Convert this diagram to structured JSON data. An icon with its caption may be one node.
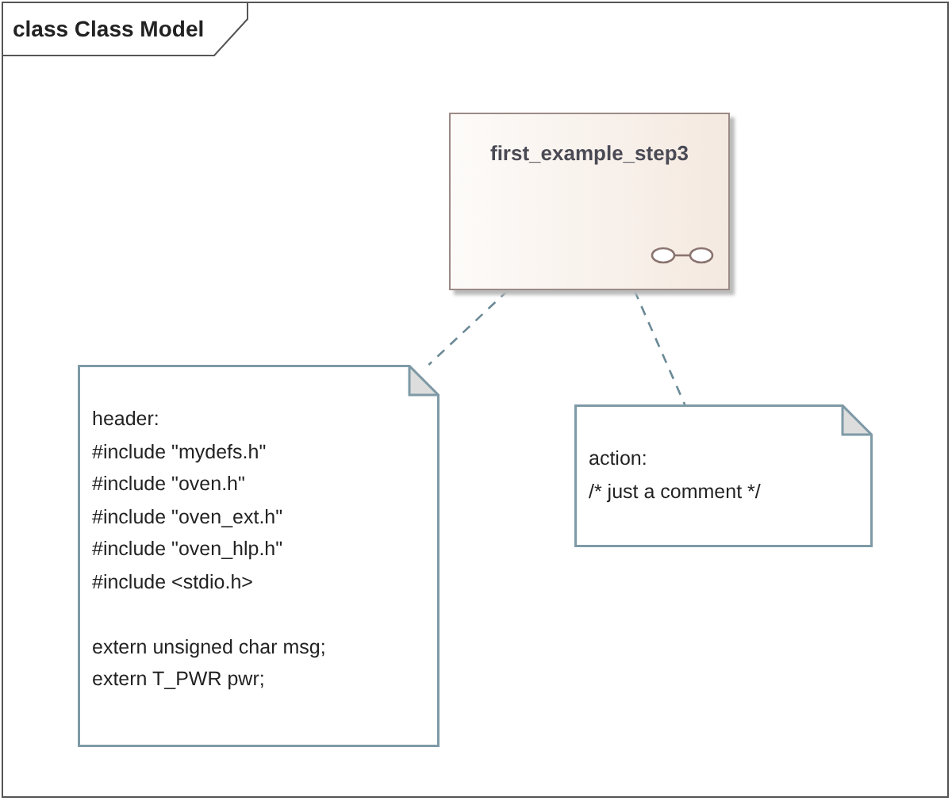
{
  "diagram": {
    "title": "class Class Model",
    "nodes": [
      {
        "text": [
          "first_example_step3"
        ]
      },
      {
        "text": [
          "header:",
          "#include \"mydefs.h\"",
          "#include \"oven.h\"",
          "#include \"oven_ext.h\"",
          "#include \"oven_hlp.h\"",
          "#include <stdio.h>",
          "extern unsigned char msg;",
          "extern T_PWR pwr;"
        ]
      },
      {
        "text": [
          "action:",
          "/* just a comment */"
        ]
      }
    ],
    "edges": [
      {
        "from": 0,
        "to": 1,
        "arrow": "none",
        "style": "dashed"
      },
      {
        "from": 0,
        "to": 2,
        "arrow": "none",
        "style": "dashed"
      }
    ]
  }
}
